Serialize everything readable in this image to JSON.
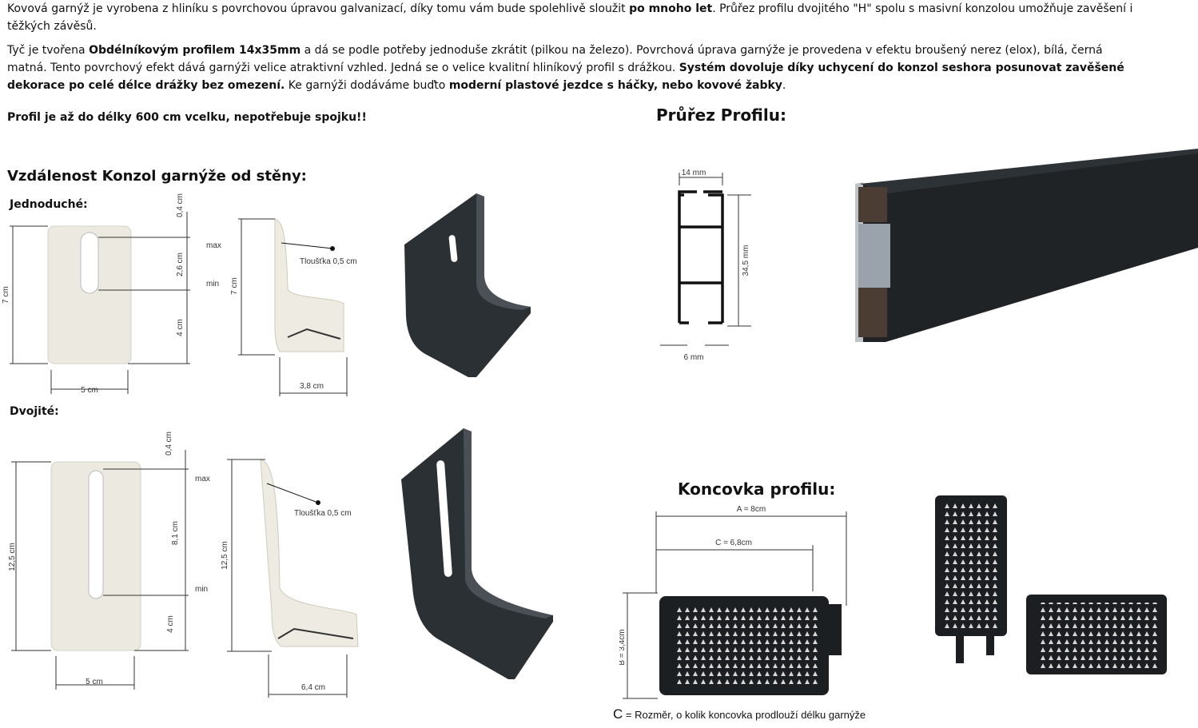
{
  "intro": {
    "p1_a": "Kovová garnýž je vyrobena z hliníku s povrchovou úpravou galvanizací, díky tomu vám bude spolehlivě sloužit ",
    "p1_b": "po mnoho let",
    "p1_c": ". Průřez profilu dvojitého \"H\" spolu s masivní konzolou umožňuje zavěšení i těžkých závěsů.",
    "p2_a": " Tyč je tvořena ",
    "p2_b": "Obdélníkovým profilem 14x35mm",
    "p2_c": " a dá se podle potřeby jednoduše zkrátit (pilkou na železo). Povrchová úprava garnýže je provedena v efektu broušený nerez (elox), bílá, černá matná. Tento povrchový efekt dává garnýži velice atraktivní vzhled. Jedná se o velice kvalitní hliníkový profil s drážkou. ",
    "p2_d": "Systém dovoluje díky uchycení do konzol seshora posunovat zavěšené dekorace po celé délce drážky bez omezení.",
    "p2_e": " Ke garnýži dodáváme buďto ",
    "p2_f": "moderní plastové jezdce s háčky, nebo kovové žabky",
    "p2_g": ".",
    "p3": "Profil je až do délky 600 cm vcelku, nepotřebuje spojku!!"
  },
  "headings": {
    "distance": "Vzdálenost Konzol garnýže od stěny:",
    "single": "Jednoduché:",
    "double": "Dvojité:",
    "profile": "Průřez Profilu:",
    "endcap": "Koncovka profilu:"
  },
  "single_dims": {
    "top": "0,4 cm",
    "max": "max",
    "slot": "2,6 cm",
    "min": "min",
    "height": "7 cm",
    "lower": "4 cm",
    "width": "5 cm",
    "side_height": "7 cm",
    "thickness": "Tloušťka 0,5 cm",
    "depth": "3,8 cm"
  },
  "double_dims": {
    "top": "0,4 cm",
    "max": "max",
    "slot": "8,1 cm",
    "min": "min",
    "height": "12,5 cm",
    "lower": "4 cm",
    "width": "5 cm",
    "side_height": "12,5 cm",
    "thickness": "Tloušťka 0,5 cm",
    "depth": "6,4 cm"
  },
  "profile_dims": {
    "width_top": "14 mm",
    "height": "34,5 mm",
    "width_bottom": "6 mm"
  },
  "endcap_dims": {
    "a": "A = 8cm",
    "c": "C = 6,8cm",
    "b": "B = 3,4cm"
  },
  "caption": {
    "letter": "C",
    "text": " = Rozměr, o kolik koncovka prodlouží délku garnýže"
  },
  "colors": {
    "metal": "#ece9e0",
    "black": "#2b3034",
    "profile": "#1f2326"
  }
}
